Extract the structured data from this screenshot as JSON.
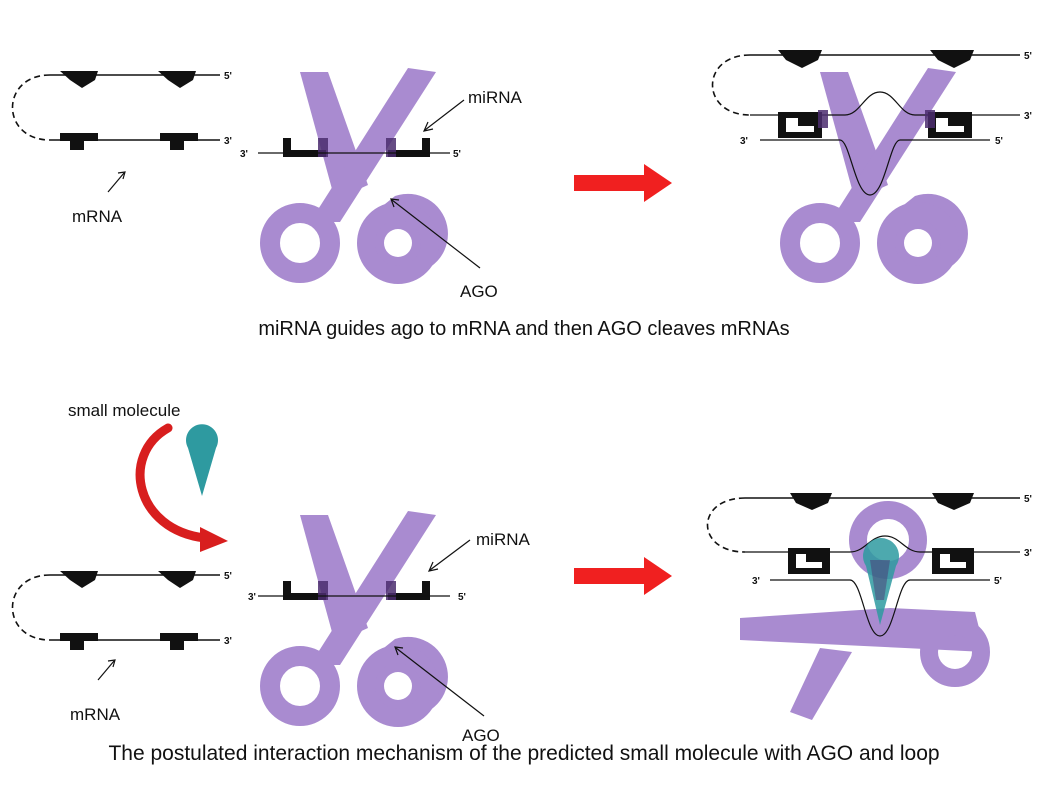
{
  "colors": {
    "ago": "#a98bd0",
    "ago_dark": "#4b2d6e",
    "arrow": "#f02020",
    "molecule": "#2e9aa0",
    "strand": "#111111"
  },
  "top_panel": {
    "mrna_label": "mRNA",
    "mirna_label": "miRNA",
    "ago_label": "AGO",
    "five_prime": "5'",
    "three_prime": "3'",
    "caption": "miRNA guides ago to mRNA and then AGO cleaves mRNAs"
  },
  "bottom_panel": {
    "small_molecule_label": "small molecule",
    "mrna_label": "mRNA",
    "mirna_label": "miRNA",
    "ago_label": "AGO",
    "five_prime": "5'",
    "three_prime": "3'",
    "caption": "The postulated interaction mechanism of the predicted small molecule with AGO and loop"
  }
}
